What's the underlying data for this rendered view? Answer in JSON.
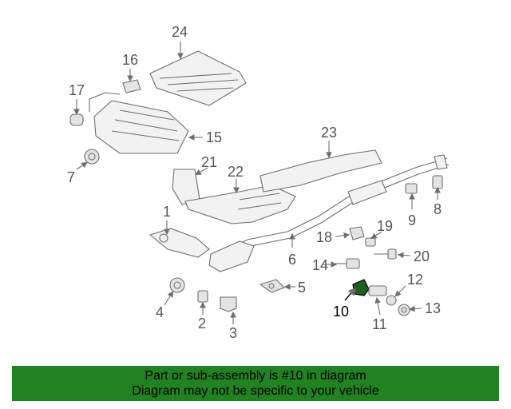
{
  "diagram": {
    "callouts": [
      "1",
      "2",
      "3",
      "4",
      "5",
      "6",
      "7",
      "8",
      "9",
      "10",
      "11",
      "12",
      "13",
      "14",
      "15",
      "16",
      "17",
      "18",
      "19",
      "20",
      "21",
      "22",
      "23",
      "24"
    ],
    "highlighted_part": "10",
    "highlight_color": "#1f5f1f",
    "line_color": "#6e6e6e"
  },
  "banner": {
    "line1": "Part or sub-assembly is #10 in diagram",
    "line2": "Diagram may not be specific to your vehicle",
    "background": "#218221"
  }
}
